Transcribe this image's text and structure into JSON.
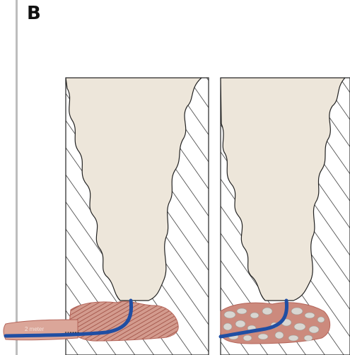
{
  "panel": {
    "letter": "B"
  },
  "scale_label": "2 meter",
  "colors": {
    "background": "#ffffff",
    "rule": "#bdbdbd",
    "rock_hatch": "#222222",
    "cavity_fill": "#ede6da",
    "soil_pink": "#d39b8e",
    "soil_stripe": "#a85c50",
    "gravel": "#c9c5bf",
    "pipe_blue": "#1f4ea3"
  },
  "icons": {
    "left_column": "rock-column-with-pipe",
    "right_column": "rock-column-with-gravel-pipe"
  }
}
